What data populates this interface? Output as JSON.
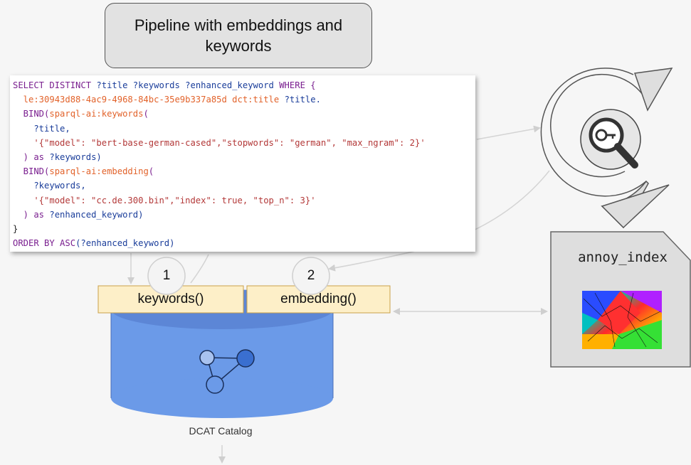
{
  "title": "Pipeline with embeddings and keywords",
  "code": [
    [
      {
        "t": "SELECT DISTINCT ",
        "c": "kw"
      },
      {
        "t": "?title ?keywords ?enhanced_keyword ",
        "c": "var"
      },
      {
        "t": "WHERE {",
        "c": "kw"
      }
    ],
    [
      {
        "t": "  le:30943d88-4ac9-4968-84bc-35e9b337a85d dct:title ",
        "c": "fn"
      },
      {
        "t": "?title.",
        "c": "var"
      }
    ],
    [
      {
        "t": "  BIND(",
        "c": "kw"
      },
      {
        "t": "sparql-ai:keywords",
        "c": "fn"
      },
      {
        "t": "(",
        "c": "kw"
      }
    ],
    [
      {
        "t": "    ?title,",
        "c": "var"
      }
    ],
    [
      {
        "t": "    '{\"model\": \"bert-base-german-cased\",\"stopwords\": \"german\", \"max_ngram\": 2}'",
        "c": "str"
      }
    ],
    [
      {
        "t": "  ) as ",
        "c": "kw"
      },
      {
        "t": "?keywords)",
        "c": "var"
      }
    ],
    [
      {
        "t": "  BIND(",
        "c": "kw"
      },
      {
        "t": "sparql-ai:embedding",
        "c": "fn"
      },
      {
        "t": "(",
        "c": "kw"
      }
    ],
    [
      {
        "t": "    ?keywords,",
        "c": "var"
      }
    ],
    [
      {
        "t": "    '{\"model\": \"cc.de.300.bin\",\"index\": true, \"top_n\": 3}'",
        "c": "str"
      }
    ],
    [
      {
        "t": "  ) as ",
        "c": "kw"
      },
      {
        "t": "?enhanced_keyword)",
        "c": "var"
      }
    ],
    [
      {
        "t": "}",
        "c": "plain"
      }
    ],
    [
      {
        "t": "ORDER BY ASC",
        "c": "kw"
      },
      {
        "t": "(?enhanced_keyword)",
        "c": "var"
      }
    ]
  ],
  "steps": [
    {
      "number": "1",
      "label": "keywords()"
    },
    {
      "number": "2",
      "label": "embedding()"
    }
  ],
  "file_label": "annoy_index",
  "database_label": "DCAT Catalog",
  "icons": {
    "cycle": "circular-arrow-icon",
    "search": "magnifier-key-icon",
    "file": "document-icon",
    "graph": "graph-icon",
    "database": "database-icon"
  },
  "colors": {
    "database": "#6b9ae8",
    "operation_box": "#fdefc8",
    "title_box": "#e2e2e2",
    "graph_node": "#3a6fd0"
  }
}
